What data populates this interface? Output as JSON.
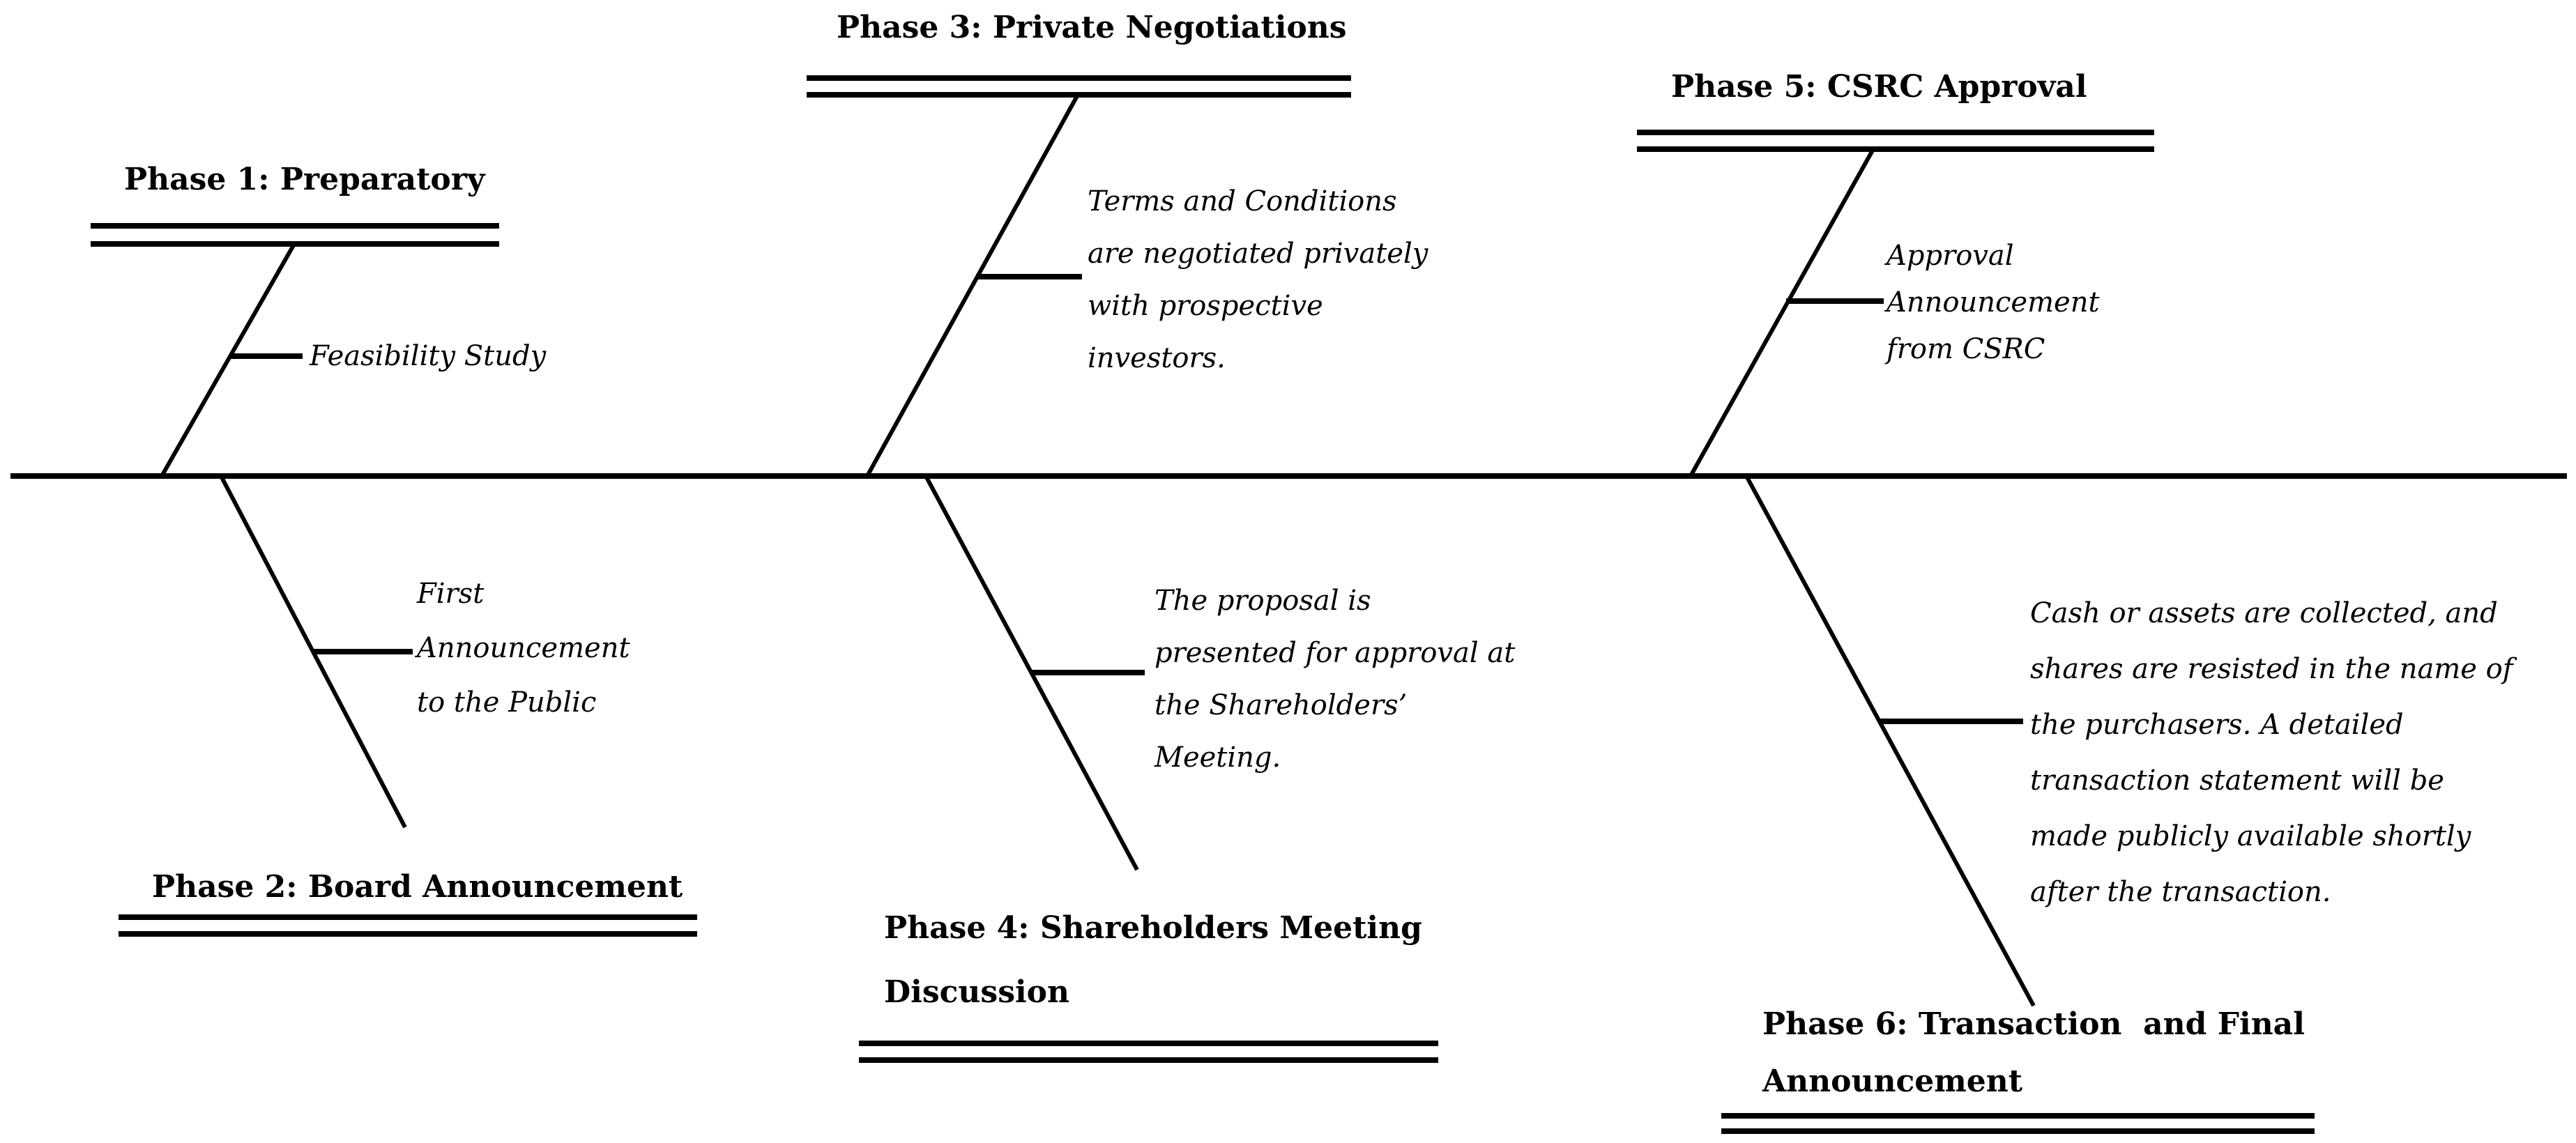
{
  "diagram": {
    "type": "fishbone-timeline",
    "orientation": "horizontal-spine"
  },
  "colors": {
    "line": "#000000",
    "text": "#000000",
    "background": "#ffffff"
  },
  "phases": [
    {
      "id": 1,
      "position": "top",
      "title": "Phase 1: Preparatory",
      "description": "Feasibility Study",
      "description_lines": [
        "Feasibility Study"
      ]
    },
    {
      "id": 2,
      "position": "bottom",
      "title": "Phase 2: Board Announcement",
      "description": "First Announcement to the Public",
      "description_lines": [
        "First",
        "Announcement",
        "to the Public"
      ]
    },
    {
      "id": 3,
      "position": "top",
      "title": "Phase 3: Private Negotiations",
      "description": "Terms and Conditions are negotiated privately with prospective investors.",
      "description_lines": [
        "Terms and Conditions",
        "are negotiated privately",
        "with prospective",
        "investors."
      ]
    },
    {
      "id": 4,
      "position": "bottom",
      "title": "Phase 4: Shareholders Meeting Discussion",
      "title_lines": [
        "Phase 4: Shareholders Meeting",
        "Discussion"
      ],
      "description": "The proposal is presented for approval at the Shareholders’ Meeting.",
      "description_lines": [
        "The proposal is",
        "presented for approval at",
        "the Shareholders’",
        "Meeting."
      ]
    },
    {
      "id": 5,
      "position": "top",
      "title": "Phase 5: CSRC Approval",
      "description": "Approval Announcement from CSRC",
      "description_lines": [
        "Approval",
        "Announcement",
        "from CSRC"
      ]
    },
    {
      "id": 6,
      "position": "bottom",
      "title": "Phase 6: Transaction  and Final Announcement",
      "title_lines": [
        "Phase 6: Transaction  and Final",
        "Announcement"
      ],
      "description": "Cash or assets are collected, and shares are resisted in the name of the purchasers. A detailed transaction statement will be made publicly available shortly after the transaction.",
      "description_lines": [
        "Cash or assets are collected, and",
        "shares are resisted in the name of",
        "the purchasers. A detailed",
        "transaction statement will be",
        "made publicly available shortly",
        "after the transaction."
      ]
    }
  ]
}
